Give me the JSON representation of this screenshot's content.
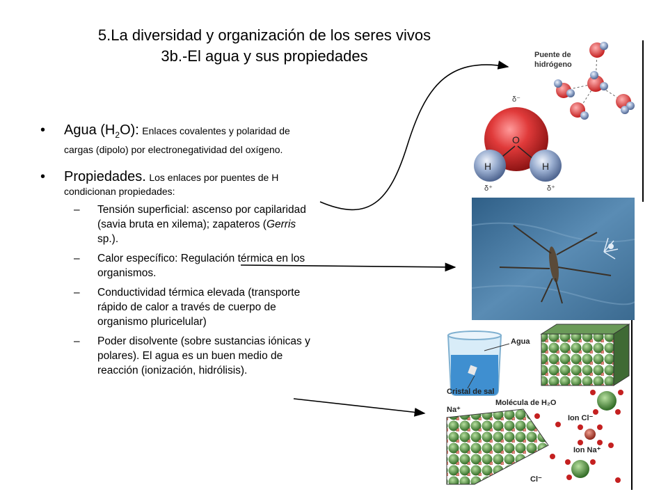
{
  "title": {
    "line1": "5.La diversidad y organización de los seres vivos",
    "line2": "3b.-El agua y sus propiedades"
  },
  "bullet1": {
    "symbol": "•",
    "head_pre": "Agua (H",
    "head_sub": "2",
    "head_post": "O):",
    "text": "Enlaces covalentes y polaridad de cargas (dipolo) por electronegatividad del oxígeno."
  },
  "bullet2": {
    "symbol": "•",
    "head": "Propiedades.",
    "text": "Los enlaces por puentes de H condicionan propiedades:"
  },
  "subitems": [
    {
      "dash": "–",
      "pre": "Tensión superficial: ascenso por capilaridad (savia bruta en xilema); zapateros (",
      "italic": "Gerris",
      "post": " sp.)."
    },
    {
      "dash": "–",
      "text": "Calor específico: Regulación térmica en los organismos."
    },
    {
      "dash": "–",
      "text": "Conductividad térmica elevada (transporte rápido de calor a través de cuerpo de organismo pluricelular)"
    },
    {
      "dash": "–",
      "text": "Poder disolvente (sobre sustancias iónicas y polares). El agua es un buen medio de reacción (ionización, hidrólisis)."
    }
  ],
  "figure_water": {
    "hbond_label_1": "Puente de",
    "hbond_label_2": "hidrógeno",
    "delta_minus": "δ⁻",
    "delta_plus": "δ⁺",
    "oxygen": "O",
    "hydrogen": "H"
  },
  "figure_salt": {
    "agua": "Agua",
    "cristal": "Cristal de sal",
    "molecula": "Molécula de H₂O",
    "na_plus": "Na⁺",
    "ion_cl": "Ion Cl⁻",
    "ion_na": "Ion Na⁺",
    "cl": "Cl⁻"
  },
  "colors": {
    "oxygen": "#d42a2a",
    "hydrogen": "#8aa0c8",
    "water_photo": "#4a7fa8",
    "chloride": "#4f8a3c",
    "sodium": "#b03b2e"
  }
}
